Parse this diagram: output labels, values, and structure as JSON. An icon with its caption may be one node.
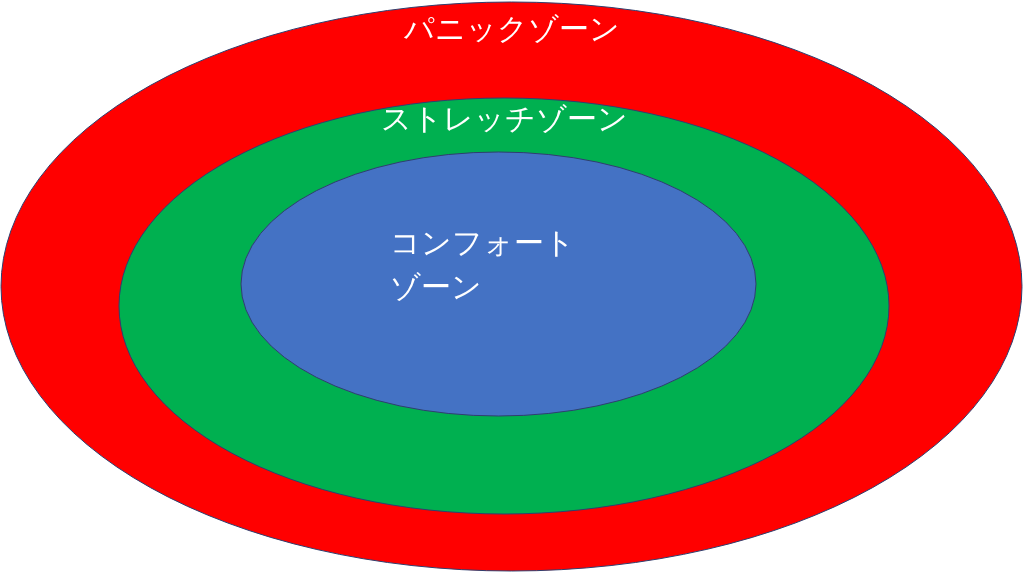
{
  "diagram": {
    "nodes": [
      {
        "text": [
          "パニックゾーン"
        ]
      },
      {
        "text": [
          "ストレッチゾーン"
        ],
        "in": 0
      },
      {
        "text": [
          "コンフォートゾーン"
        ],
        "in": 1
      }
    ]
  }
}
